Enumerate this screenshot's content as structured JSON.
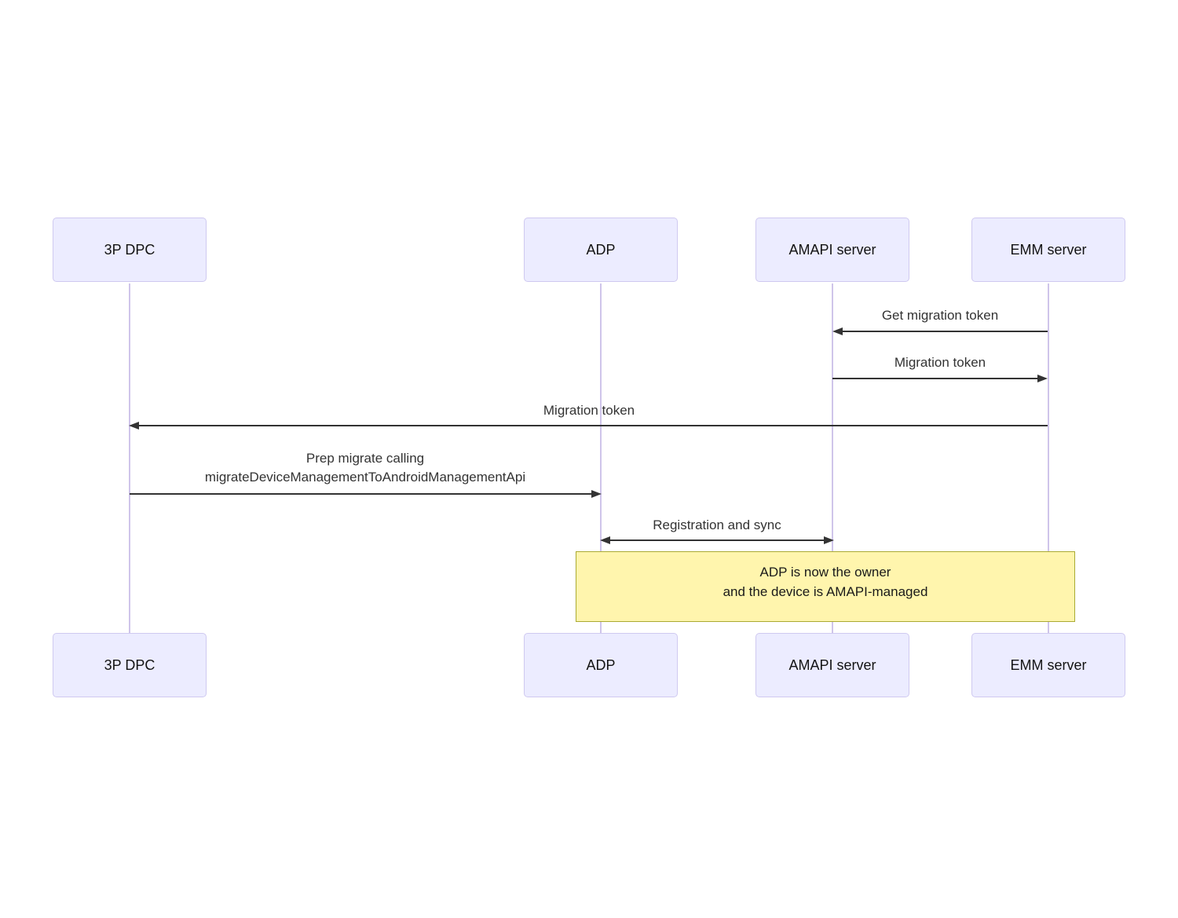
{
  "diagram_type": "sequence",
  "actors": [
    {
      "label": "3P DPC"
    },
    {
      "label": "ADP"
    },
    {
      "label": "AMAPI server"
    },
    {
      "label": "EMM server"
    }
  ],
  "messages": [
    {
      "label": "Get migration token",
      "from": "EMM server",
      "to": "AMAPI server",
      "arrow": "left"
    },
    {
      "label": "Migration token",
      "from": "AMAPI server",
      "to": "EMM server",
      "arrow": "right"
    },
    {
      "label": "Migration token",
      "from": "EMM server",
      "to": "3P DPC",
      "arrow": "left"
    },
    {
      "label_lines": [
        "Prep migrate calling",
        "migrateDeviceManagementToAndroidManagementApi"
      ],
      "from": "3P DPC",
      "to": "ADP",
      "arrow": "right"
    },
    {
      "label": "Registration and sync",
      "from": "ADP",
      "to": "AMAPI server",
      "arrow": "both"
    }
  ],
  "note": {
    "lines": [
      "ADP is now the owner",
      "and the device is AMAPI-managed"
    ],
    "over": [
      "ADP",
      "EMM server"
    ]
  },
  "colors": {
    "actor_fill": "#ECECFF",
    "actor_border": "#CFC9F0",
    "lifeline": "#CFC5EA",
    "arrow": "#333333",
    "note_fill": "#FFF5AD",
    "note_border": "#AAAA33"
  }
}
